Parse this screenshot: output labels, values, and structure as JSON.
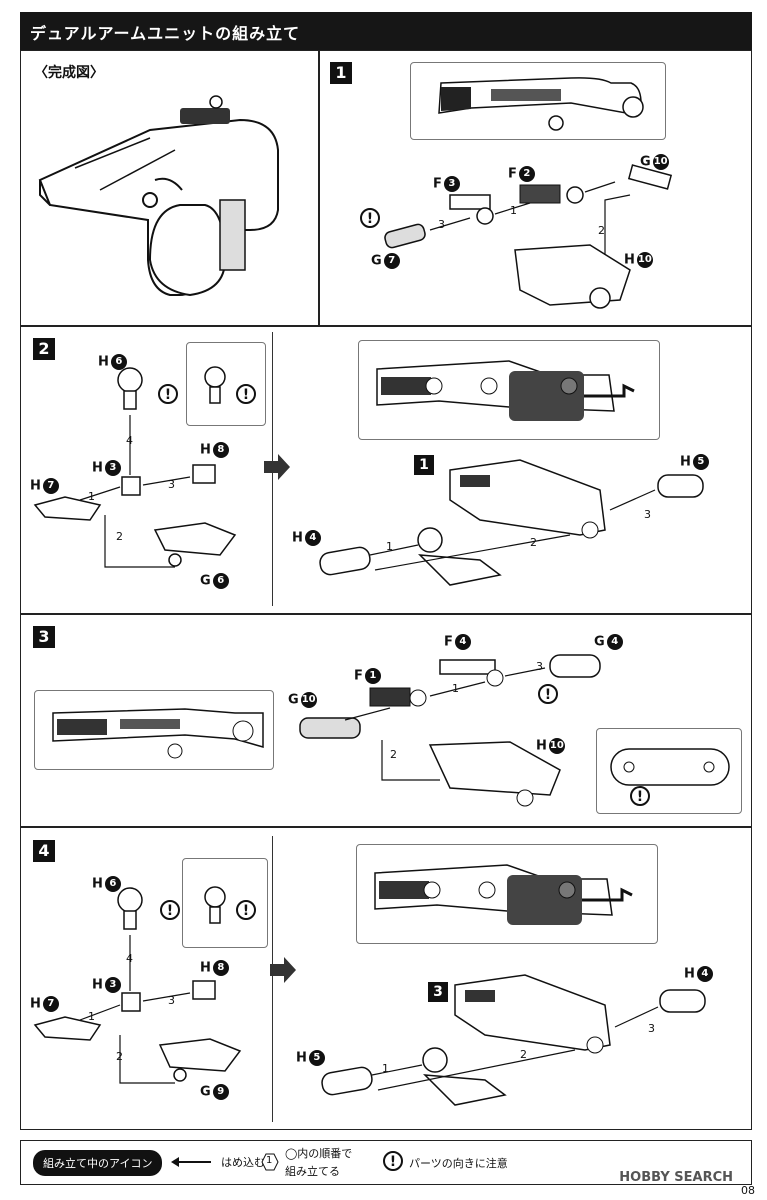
{
  "title": "デュアルアームユニットの組み立て",
  "completed_label": "〈完成図〉",
  "steps": {
    "s1": {
      "num": "1",
      "F3": "F",
      "F3n": "3",
      "F2": "F",
      "F2n": "2",
      "G10": "G",
      "G10n": "10",
      "G7": "G",
      "G7n": "7",
      "H10": "H",
      "H10n": "10"
    },
    "s2": {
      "num": "2",
      "H6": "H",
      "H6n": "6",
      "H3": "H",
      "H3n": "3",
      "H8": "H",
      "H8n": "8",
      "H7": "H",
      "H7n": "7",
      "G6": "G",
      "G6n": "6",
      "H4": "H",
      "H4n": "4",
      "H5": "H",
      "H5n": "5",
      "sub": "1"
    },
    "s3": {
      "num": "3",
      "F4": "F",
      "F4n": "4",
      "F1": "F",
      "F1n": "1",
      "G4": "G",
      "G4n": "4",
      "G10": "G",
      "G10n": "10",
      "H10": "H",
      "H10n": "10"
    },
    "s4": {
      "num": "4",
      "H6": "H",
      "H6n": "6",
      "H3": "H",
      "H3n": "3",
      "H8": "H",
      "H8n": "8",
      "H7": "H",
      "H7n": "7",
      "G9": "G",
      "G9n": "9",
      "H4": "H",
      "H4n": "4",
      "H5": "H",
      "H5n": "5",
      "sub": "3"
    }
  },
  "order": {
    "o1": "1",
    "o2": "2",
    "o3": "3",
    "o4": "4"
  },
  "legend": {
    "badge": "組み立て中のアイコン",
    "insert": "はめ込む",
    "order_num": "1",
    "order_text1": "◯内の順番で",
    "order_text2": "組み立てる",
    "excl": "!",
    "orient": "パーツの向きに注意"
  },
  "watermark": "HOBBY SEARCH",
  "page": "08"
}
